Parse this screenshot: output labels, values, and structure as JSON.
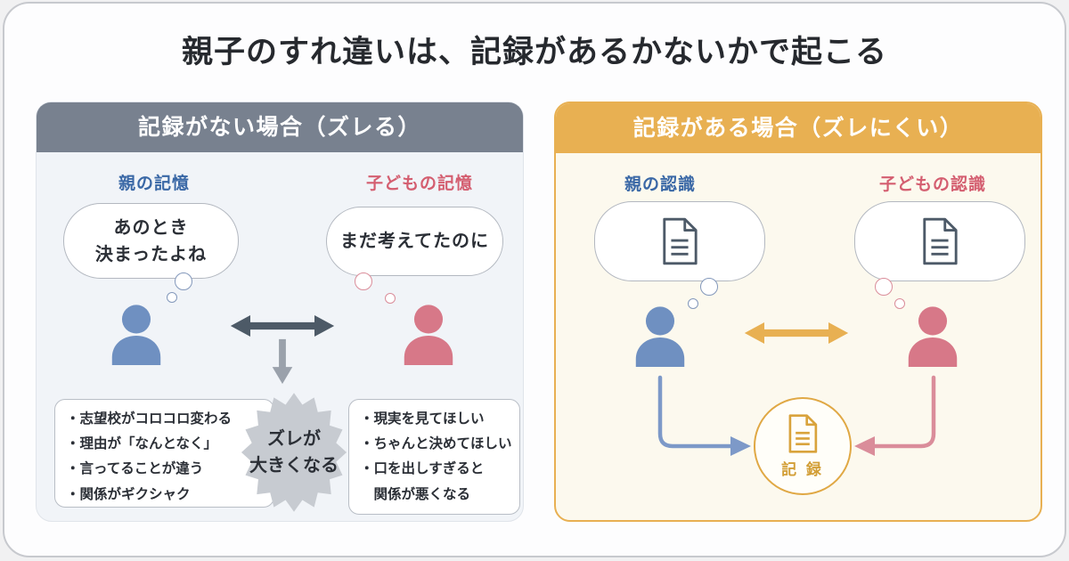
{
  "title": "親子のすれ違いは、記録があるかないかで起こる",
  "left_panel": {
    "header": "記録がない場合（ズレる）",
    "parent_label": "親の記憶",
    "child_label": "子どもの記憶",
    "parent_bubble_line1": "あのとき",
    "parent_bubble_line2": "決まったよね",
    "child_bubble": "まだ考えてたのに",
    "burst_line1": "ズレが",
    "burst_line2": "大きくなる",
    "parent_points": [
      "・志望校がコロコロ変わる",
      "・理由が「なんとなく」",
      "・言ってることが違う",
      "・関係がギクシャク"
    ],
    "child_points": [
      "・現実を見てほしい",
      "・ちゃんと決めてほしい",
      "・口を出しすぎると",
      "　関係が悪くなる"
    ]
  },
  "right_panel": {
    "header": "記録がある場合（ズレにくい）",
    "parent_label": "親の認識",
    "child_label": "子どもの認識",
    "record_label": "記 録"
  },
  "icons": {
    "person": "person-silhouette-icon",
    "document": "document-icon",
    "double_arrow": "double-headed-arrow-icon",
    "down_arrow": "down-arrow-icon",
    "burst": "starburst-shape"
  },
  "colors": {
    "left_header_bg": "#78818f",
    "right_header_bg": "#e8b052",
    "parent_blue": "#6f90c1",
    "child_pink": "#d77888",
    "parent_label_text": "#3a68a6",
    "child_label_text": "#d45e70",
    "dark_arrow": "#4d5a67",
    "gray_arrow": "#9aa1ab",
    "burst_fill": "#c7cbd1",
    "record_gold": "#d9a33c"
  }
}
